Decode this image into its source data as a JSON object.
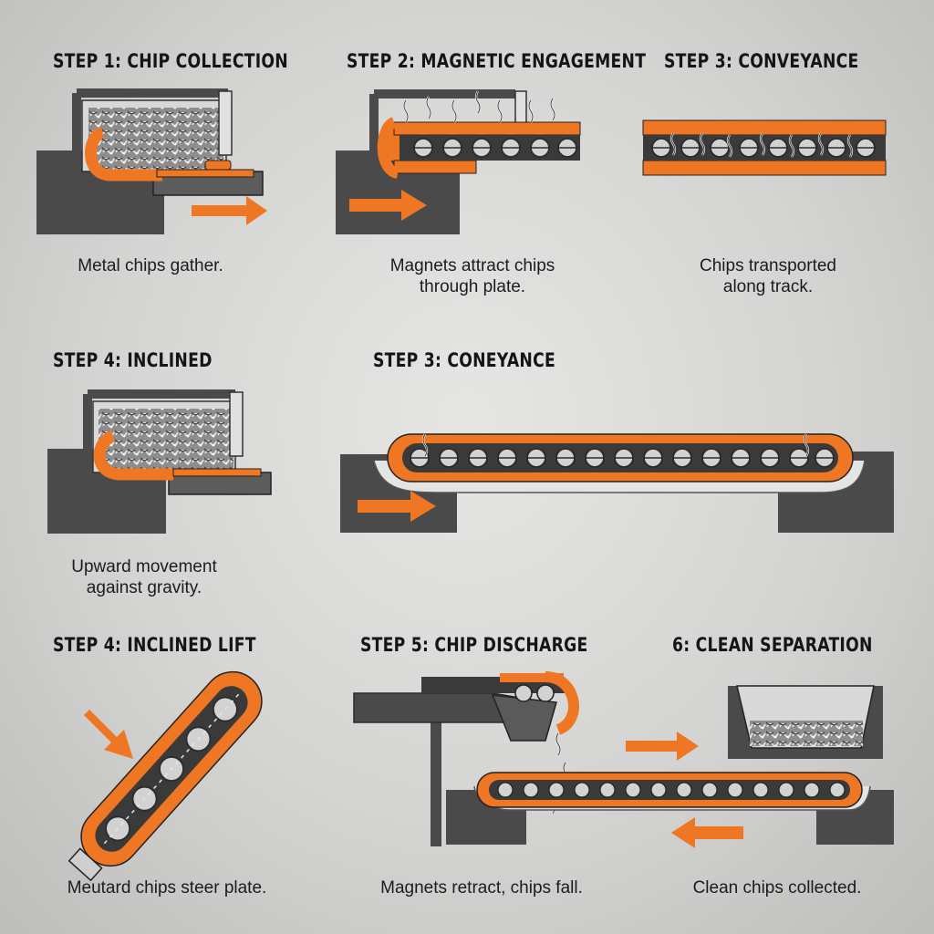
{
  "panels": [
    {
      "title": "STEP 1: CHIP COLLECTION",
      "caption": [
        "Metal chips gather."
      ]
    },
    {
      "title": "STEP 2: MAGNETIC ENGAGEMENT",
      "caption": [
        "Magnets attract chips",
        "through plate."
      ]
    },
    {
      "title": "STEP 3: CONVEYANCE",
      "caption": [
        "Chips transported",
        "along track."
      ]
    },
    {
      "title": "STEP 4: INCLINED",
      "caption": [
        "Upward movement",
        "against gravity."
      ]
    },
    {
      "title": "STEP 3: CONEYANCE",
      "caption": []
    },
    {
      "title": "STEP 4: INCLINED LIFT",
      "caption": [
        "Meutard chips steer plate."
      ]
    },
    {
      "title": "STEP 5: CHIP DISCHARGE",
      "caption": [
        "Magnets retract, chips fall."
      ]
    },
    {
      "title": "6: CLEAN SEPARATION",
      "caption": [
        "Clean chips collected."
      ]
    }
  ],
  "colors": {
    "accent": "#ef7622",
    "machine": "#4a4a4a",
    "dark": "#2a2a2a",
    "metal": "#9a9a9a"
  }
}
